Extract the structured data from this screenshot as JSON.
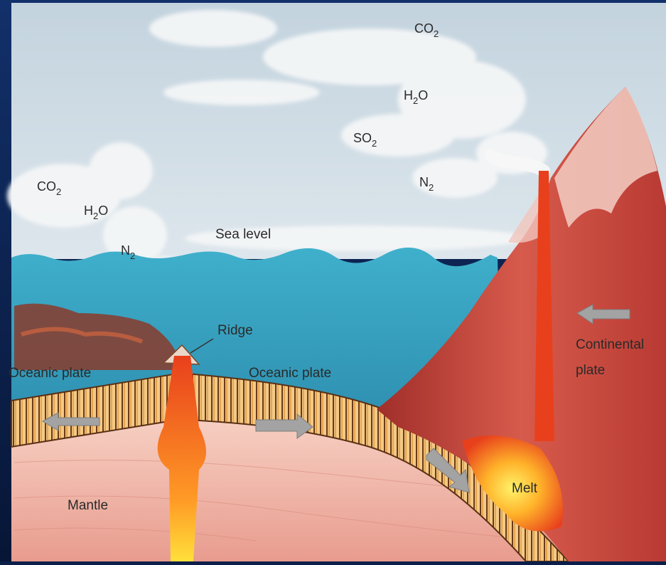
{
  "labels": {
    "sea_level": "Sea level",
    "ridge": "Ridge",
    "oceanic_plate_left": "Oceanic plate",
    "oceanic_plate_center": "Oceanic plate",
    "continental_plate_line1": "Continental",
    "continental_plate_line2": "plate",
    "melt": "Melt",
    "mantle": "Mantle"
  },
  "gases_left": [
    {
      "base": "CO",
      "sub": "2",
      "tail": ""
    },
    {
      "base": "H",
      "sub": "2",
      "tail": "O"
    },
    {
      "base": "N",
      "sub": "2",
      "tail": ""
    }
  ],
  "gases_right": [
    {
      "base": "CO",
      "sub": "2",
      "tail": ""
    },
    {
      "base": "H",
      "sub": "2",
      "tail": "O"
    },
    {
      "base": "SO",
      "sub": "2",
      "tail": ""
    },
    {
      "base": "N",
      "sub": "2",
      "tail": ""
    }
  ],
  "colors": {
    "frame": "#0b1f4a",
    "sky": "#cfdbe3",
    "sea": "#3aa6c4",
    "plate_stripe": "#f2c98a",
    "plate_line": "#5a3014",
    "magma": "#e8401c",
    "magma_hot": "#ffd23a",
    "mountain": "#c9453c",
    "mountain_light": "#f3c9c1",
    "mantle": "#f2c4b8",
    "arrow": "#9a9a9a"
  }
}
